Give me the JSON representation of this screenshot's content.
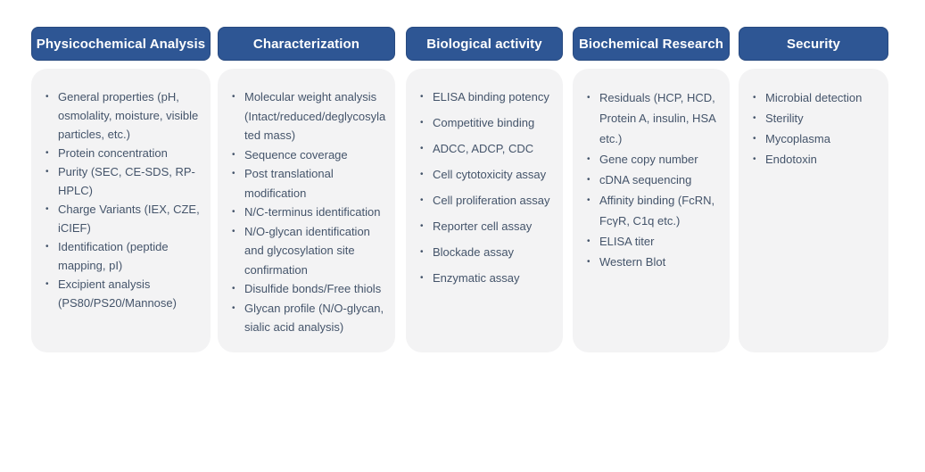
{
  "ui": {
    "bullet": "•"
  },
  "colors": {
    "header_bg": "#2E5694",
    "header_text": "#FFFFFF",
    "card_bg": "#F3F3F4",
    "body_text": "#44546A",
    "page_bg": "#FFFFFF"
  },
  "columns": [
    {
      "title": "Physicochemical Analysis",
      "items": [
        "General properties (pH, osmolality, moisture, visible particles, etc.)",
        "Protein concentration",
        "Purity (SEC,  CE-SDS, RP-HPLC)",
        "Charge Variants (IEX, CZE, iCIEF)",
        "Identification (peptide mapping, pI)",
        "Excipient analysis (PS80/PS20/Mannose)"
      ]
    },
    {
      "title": "Characterization",
      "items": [
        "Molecular weight analysis (Intact/reduced/deglycosylated mass)",
        "Sequence coverage",
        "Post translational modification",
        "N/C-terminus identification",
        "N/O-glycan identification and glycosylation site confirmation",
        "Disulfide bonds/Free thiols",
        "Glycan profile (N/O-glycan, sialic acid analysis)"
      ]
    },
    {
      "title": "Biological activity",
      "items": [
        "ELISA binding potency",
        "Competitive binding",
        "ADCC, ADCP, CDC",
        "Cell cytotoxicity assay",
        "Cell proliferation assay",
        "Reporter cell assay",
        "Blockade assay",
        "Enzymatic assay"
      ]
    },
    {
      "title": "Biochemical Research",
      "items": [
        "Residuals (HCP, HCD, Protein A, insulin, HSA etc.)",
        "Gene copy number",
        "cDNA sequencing",
        "Affinity binding (FcRN, FcγR, C1q etc.)",
        "ELISA titer",
        "Western Blot"
      ]
    },
    {
      "title": "Security",
      "items": [
        "Microbial detection",
        "Sterility",
        "Mycoplasma",
        "Endotoxin"
      ]
    }
  ]
}
